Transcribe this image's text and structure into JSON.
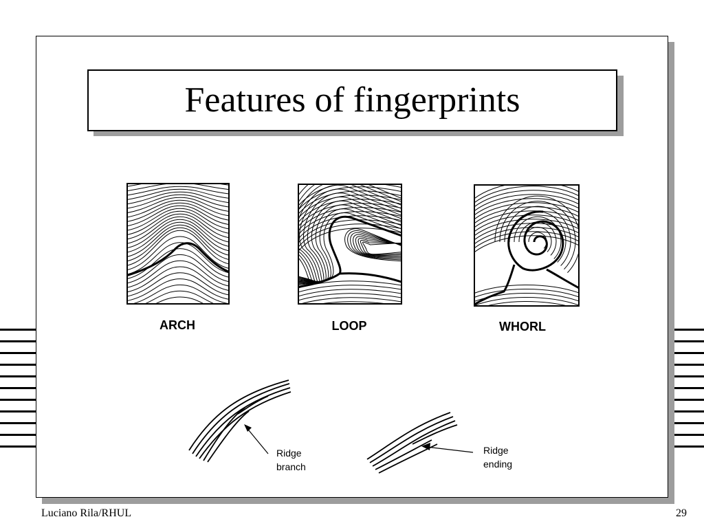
{
  "slide": {
    "title": "Features of fingerprints",
    "footer_left": "Luciano Rila/RHUL",
    "page_number": "29"
  },
  "patterns": [
    {
      "id": "arch",
      "label": "ARCH"
    },
    {
      "id": "loop",
      "label": "LOOP"
    },
    {
      "id": "whorl",
      "label": "WHORL"
    }
  ],
  "minutiae": [
    {
      "id": "branch",
      "label_line1": "Ridge",
      "label_line2": "branch"
    },
    {
      "id": "ending",
      "label_line1": "Ridge",
      "label_line2": "ending"
    }
  ],
  "colors": {
    "ink": "#000000",
    "shadow": "#9d9d9d",
    "background": "#ffffff"
  }
}
